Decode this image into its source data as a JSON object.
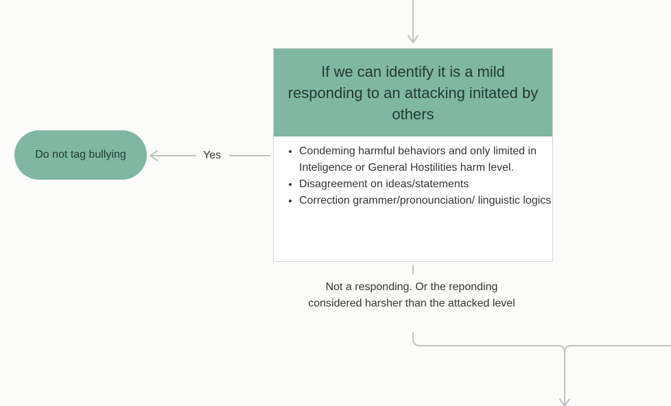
{
  "decision": {
    "title": "If we can identify it is a mild responding to an attacking initated by others",
    "criteria": [
      "Condeming harmful behaviors and only limited in Inteligence or General Hostilities harm level.",
      "Disagreement on ideas/statements",
      "Correction grammer/pronounciation/ linguistic logics"
    ]
  },
  "outcome_yes": {
    "label": "Do not tag bullying",
    "branch_label": "Yes"
  },
  "outcome_no": {
    "branch_label": "Not a responding. Or the reponding considered harsher than the attacked level"
  },
  "colors": {
    "node_fill": "#80b7a2",
    "connector": "#c2c2c2",
    "border": "#d7d7d2",
    "text": "#333333"
  }
}
